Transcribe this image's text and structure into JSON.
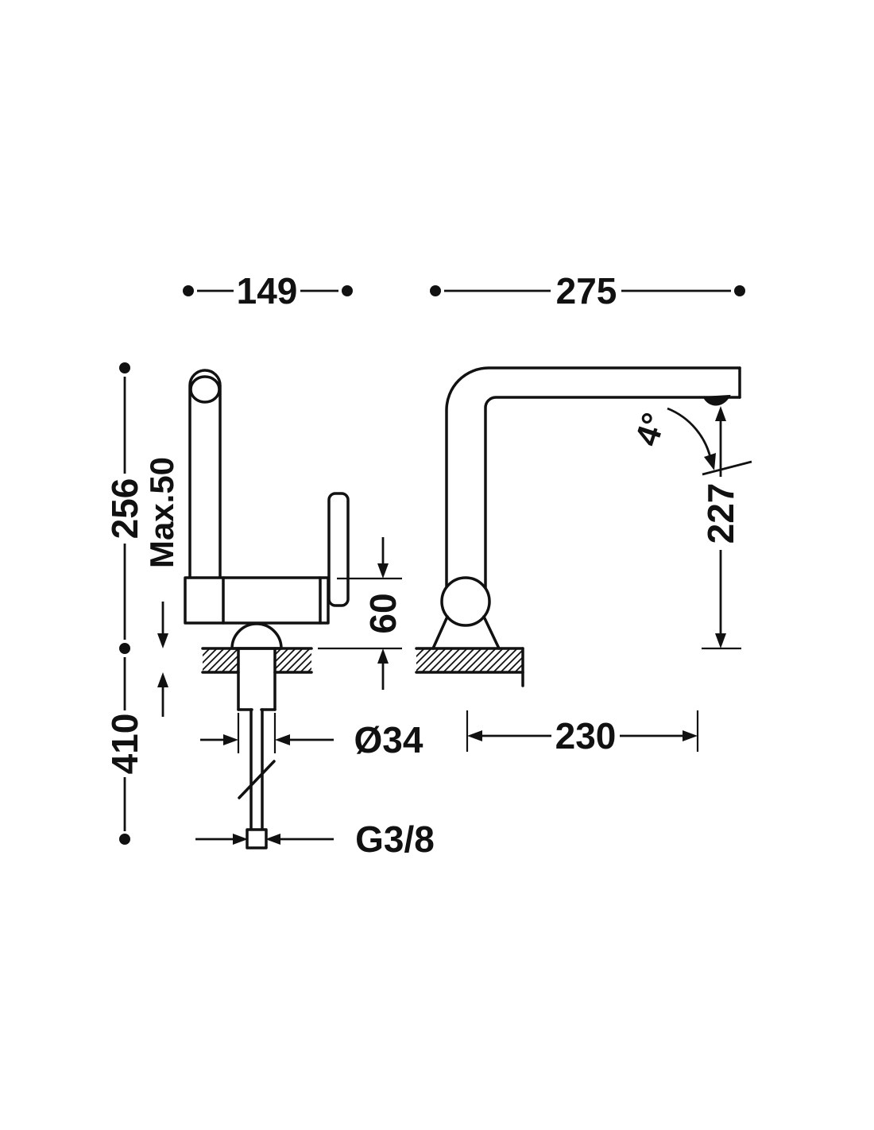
{
  "drawing": {
    "type": "technical-dimension-drawing",
    "subject": "kitchen faucet, front and side views with installation dimensions",
    "background": "#ffffff",
    "line_color": "#111111",
    "labels": {
      "front_width": "149",
      "side_depth": "275",
      "spout_height_above_deck": "256",
      "max_deck_thickness": "Max.50",
      "under_deck_length": "410",
      "body_height": "60",
      "shank_diameter": "Ø34",
      "connection_thread": "G3/8",
      "spout_reach": "230",
      "outlet_clearance": "227",
      "outlet_angle": "4°"
    }
  }
}
